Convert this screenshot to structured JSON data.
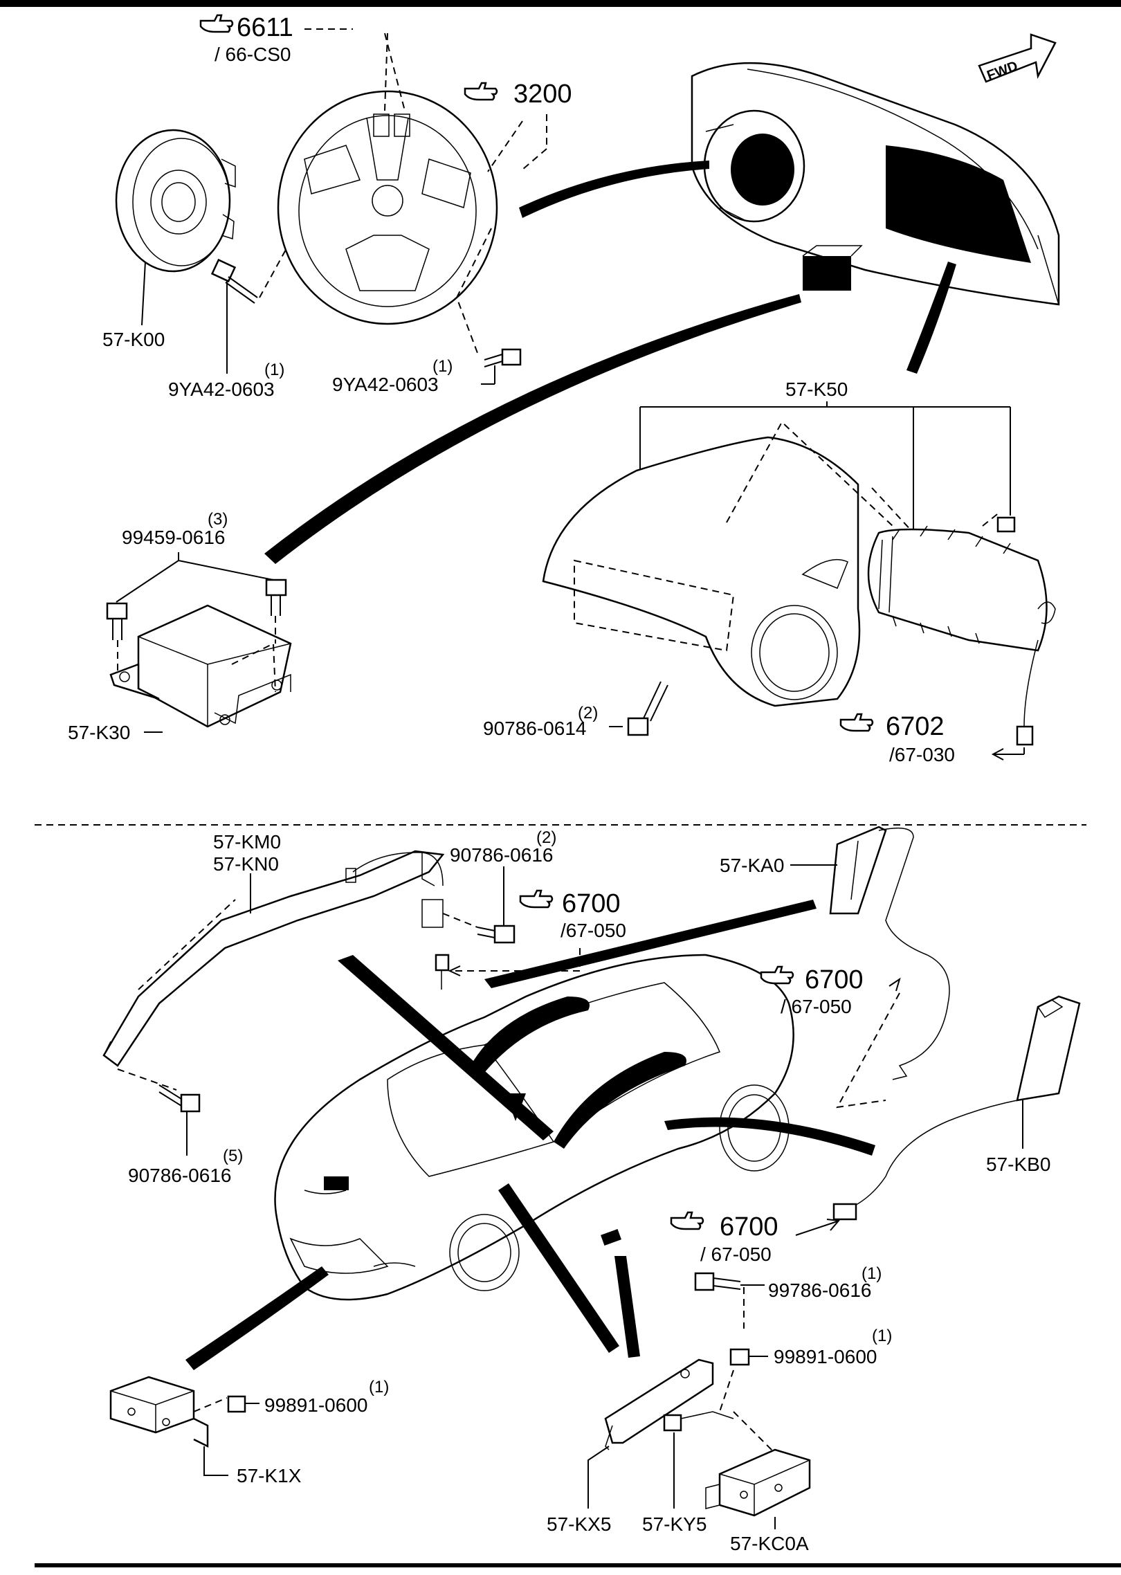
{
  "fwd_label": "FWD",
  "refs": [
    {
      "id": "r6611",
      "num": "6611",
      "sub": "/ 66-CS0"
    },
    {
      "id": "r3200",
      "num": "3200",
      "sub": ""
    },
    {
      "id": "r6702",
      "num": "6702",
      "sub": "/67-030"
    },
    {
      "id": "r6700a",
      "num": "6700",
      "sub": "/67-050"
    },
    {
      "id": "r6700b",
      "num": "6700",
      "sub": "/ 67-050"
    },
    {
      "id": "r6700c",
      "num": "6700",
      "sub": "/ 67-050"
    }
  ],
  "parts": {
    "k00": "57-K00",
    "bolt_left": {
      "pn": "9YA42-0603",
      "qty": "(1)"
    },
    "bolt_right": {
      "pn": "9YA42-0603",
      "qty": "(1)"
    },
    "k50": "57-K50",
    "bolt_sdm": {
      "pn": "99459-0616",
      "qty": "(3)"
    },
    "k30": "57-K30",
    "bolt_pass": {
      "pn": "90786-0614",
      "qty": "(2)"
    },
    "km0": "57-KM0",
    "kn0": "57-KN0",
    "bolt_curtain_top": {
      "pn": "90786-0616",
      "qty": "(2)"
    },
    "ka0": "57-KA0",
    "bolt_curtain_bottom": {
      "pn": "90786-0616",
      "qty": "(5)"
    },
    "kb0": "57-KB0",
    "bolt_side": {
      "pn": "99786-0616",
      "qty": "(1)"
    },
    "nut_side": {
      "pn": "99891-0600",
      "qty": "(1)"
    },
    "nut_front": {
      "pn": "99891-0600",
      "qty": "(1)"
    },
    "k1x": "57-K1X",
    "kx5": "57-KX5",
    "ky5": "57-KY5",
    "kc0a": "57-KC0A"
  }
}
